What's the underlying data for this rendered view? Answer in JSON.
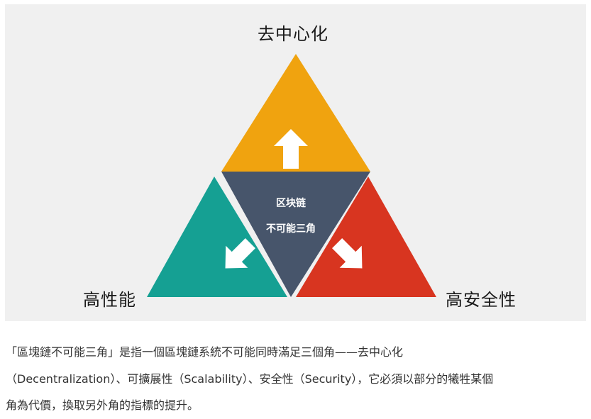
{
  "diagram": {
    "top_label": "去中心化",
    "left_label": "高性能",
    "right_label": "高安全性",
    "center_line1": "区块链",
    "center_line2": "不可能三角",
    "colors": {
      "top": "#f0a30f",
      "left": "#15a093",
      "right": "#d83520",
      "center": "#47556b",
      "background": "#f0f0f0"
    },
    "icons": [
      "arrow-up-icon",
      "arrow-down-left-icon",
      "arrow-down-right-icon"
    ]
  },
  "caption": {
    "line1": "「區塊鏈不可能三角」是指一個區塊鏈系統不可能同時滿足三個角——去中心化",
    "line2": "（Decentralization）、可擴展性（Scalability）、安全性（Security），它必須以部分的犧牲某個",
    "line3": "角為代價，換取另外角的指標的提升。"
  }
}
